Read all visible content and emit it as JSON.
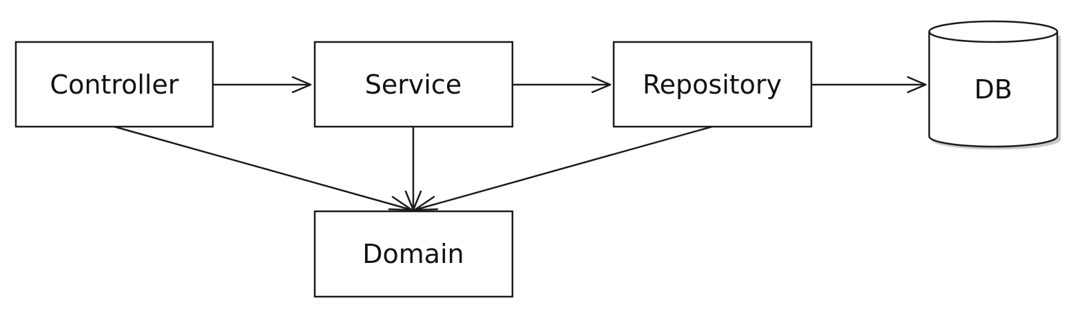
{
  "diagram": {
    "nodes": {
      "controller": {
        "label": "Controller"
      },
      "service": {
        "label": "Service"
      },
      "repository": {
        "label": "Repository"
      },
      "db": {
        "label": "DB"
      },
      "domain": {
        "label": "Domain"
      }
    },
    "edges": [
      {
        "from": "Controller",
        "to": "Service"
      },
      {
        "from": "Service",
        "to": "Repository"
      },
      {
        "from": "Repository",
        "to": "DB"
      },
      {
        "from": "Controller",
        "to": "Domain"
      },
      {
        "from": "Service",
        "to": "Domain"
      },
      {
        "from": "Repository",
        "to": "Domain"
      }
    ],
    "colors": {
      "stroke": "#1a1a1a",
      "fill": "#ffffff",
      "text": "#111111"
    }
  }
}
